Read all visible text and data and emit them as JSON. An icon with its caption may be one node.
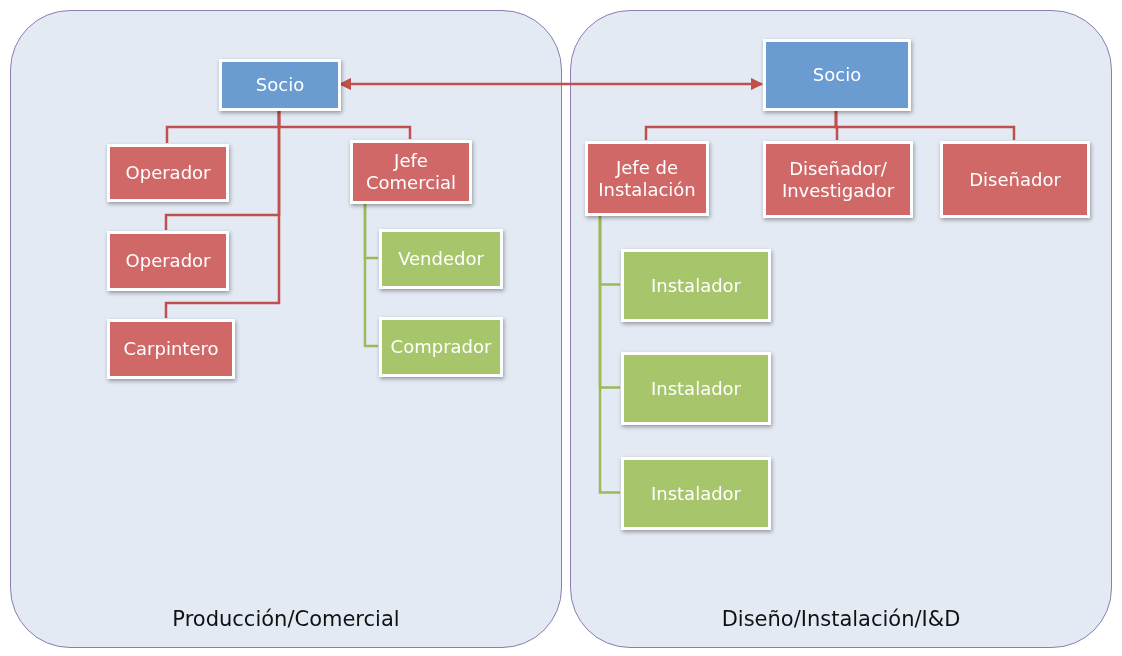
{
  "diagram": {
    "nodes": [
      {
        "text": [
          "Producción/Comercial"
        ]
      },
      {
        "text": [
          "Socio"
        ],
        "in": 0
      },
      {
        "text": [
          "Operador"
        ],
        "in": 0
      },
      {
        "text": [
          "Jefe Comercial"
        ],
        "in": 0
      },
      {
        "text": [
          "Operador"
        ],
        "in": 0
      },
      {
        "text": [
          "Carpintero"
        ],
        "in": 0
      },
      {
        "text": [
          "Vendedor"
        ],
        "in": 0
      },
      {
        "text": [
          "Comprador"
        ],
        "in": 0
      },
      {
        "text": [
          "Diseño/Instalación/I&D"
        ]
      },
      {
        "text": [
          "Socio"
        ],
        "in": 8
      },
      {
        "text": [
          "Jefe de Instalación"
        ],
        "in": 8
      },
      {
        "text": [
          "Diseñador/ Investigador"
        ],
        "in": 8
      },
      {
        "text": [
          "Diseñador"
        ],
        "in": 8
      },
      {
        "text": [
          "Instalador"
        ],
        "in": 8
      },
      {
        "text": [
          "Instalador"
        ],
        "in": 8
      },
      {
        "text": [
          "Instalador"
        ],
        "in": 8
      }
    ],
    "edges": [
      {
        "from": 1,
        "to": 9,
        "arrow": "both"
      },
      {
        "from": 1,
        "to": 2,
        "arrow": "none"
      },
      {
        "from": 1,
        "to": 3,
        "arrow": "none"
      },
      {
        "from": 1,
        "to": 4,
        "arrow": "none"
      },
      {
        "from": 1,
        "to": 5,
        "arrow": "none"
      },
      {
        "from": 3,
        "to": 6,
        "arrow": "none",
        "color": "#9bbb59"
      },
      {
        "from": 3,
        "to": 7,
        "arrow": "none",
        "color": "#9bbb59"
      },
      {
        "from": 9,
        "to": 10,
        "arrow": "none"
      },
      {
        "from": 9,
        "to": 11,
        "arrow": "none"
      },
      {
        "from": 9,
        "to": 12,
        "arrow": "none"
      },
      {
        "from": 10,
        "to": 13,
        "arrow": "none",
        "color": "#9bbb59"
      },
      {
        "from": 10,
        "to": 14,
        "arrow": "none",
        "color": "#9bbb59"
      },
      {
        "from": 10,
        "to": 15,
        "arrow": "none",
        "color": "#9bbb59"
      }
    ]
  }
}
